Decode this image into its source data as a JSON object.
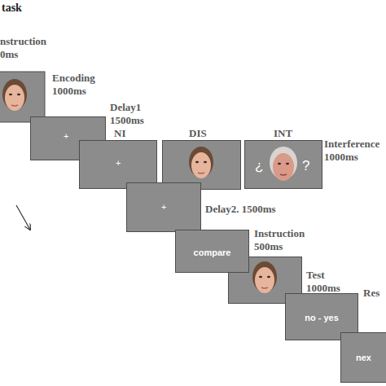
{
  "diagram": {
    "nodes": [
      {
        "text": [
          "+"
        ]
      },
      {
        "text": [
          "+"
        ]
      },
      {
        "text": [
          "¿",
          "?"
        ]
      },
      {
        "text": [
          "+"
        ]
      },
      {
        "text": [
          "compare"
        ]
      },
      {
        "text": [
          "no - yes"
        ]
      },
      {
        "text": [
          "nex"
        ]
      }
    ],
    "labels": [
      "task",
      "nstruction",
      "0ms",
      "Encoding",
      "1000ms",
      "Delay1",
      "1500ms",
      "NI",
      "DIS",
      "INT",
      "Interference",
      "1000ms",
      "Delay2. 1500ms",
      "Instruction",
      "500ms",
      "Test",
      "1000ms",
      "Res"
    ]
  }
}
